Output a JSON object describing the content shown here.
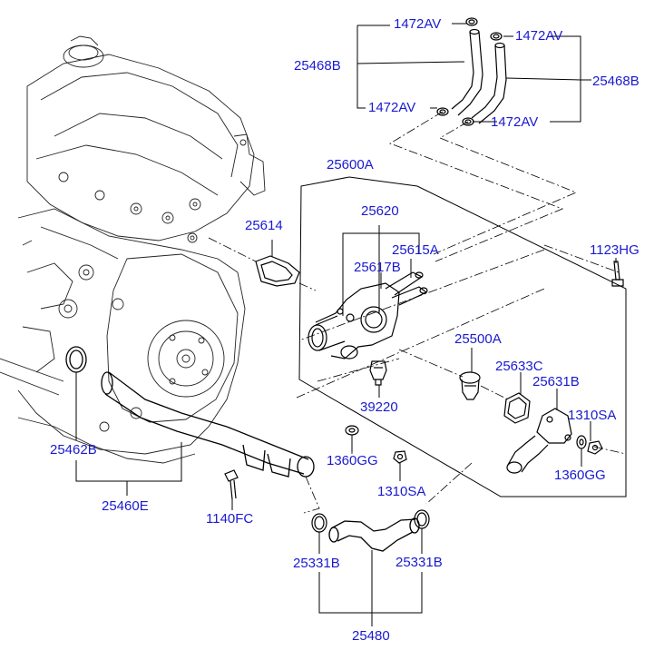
{
  "colors": {
    "label": "#1a1ad0",
    "line": "#000000"
  },
  "labels": {
    "p1472av_a": "1472AV",
    "p1472av_b": "1472AV",
    "p1472av_c": "1472AV",
    "p1472av_d": "1472AV",
    "p25468b_left": "25468B",
    "p25468b_right": "25468B",
    "p25600a": "25600A",
    "p25620": "25620",
    "p25614": "25614",
    "p25615a": "25615A",
    "p25617b": "25617B",
    "p1123hg": "1123HG",
    "p25500a": "25500A",
    "p25633c": "25633C",
    "p25631b": "25631B",
    "p1310sa_right": "1310SA",
    "p39220": "39220",
    "p25462b": "25462B",
    "p1360gg_mid": "1360GG",
    "p1360gg_right": "1360GG",
    "p1310sa_mid": "1310SA",
    "p25460e": "25460E",
    "p1140fc": "1140FC",
    "p25331b_left": "25331B",
    "p25331b_right": "25331B",
    "p25480": "25480"
  }
}
